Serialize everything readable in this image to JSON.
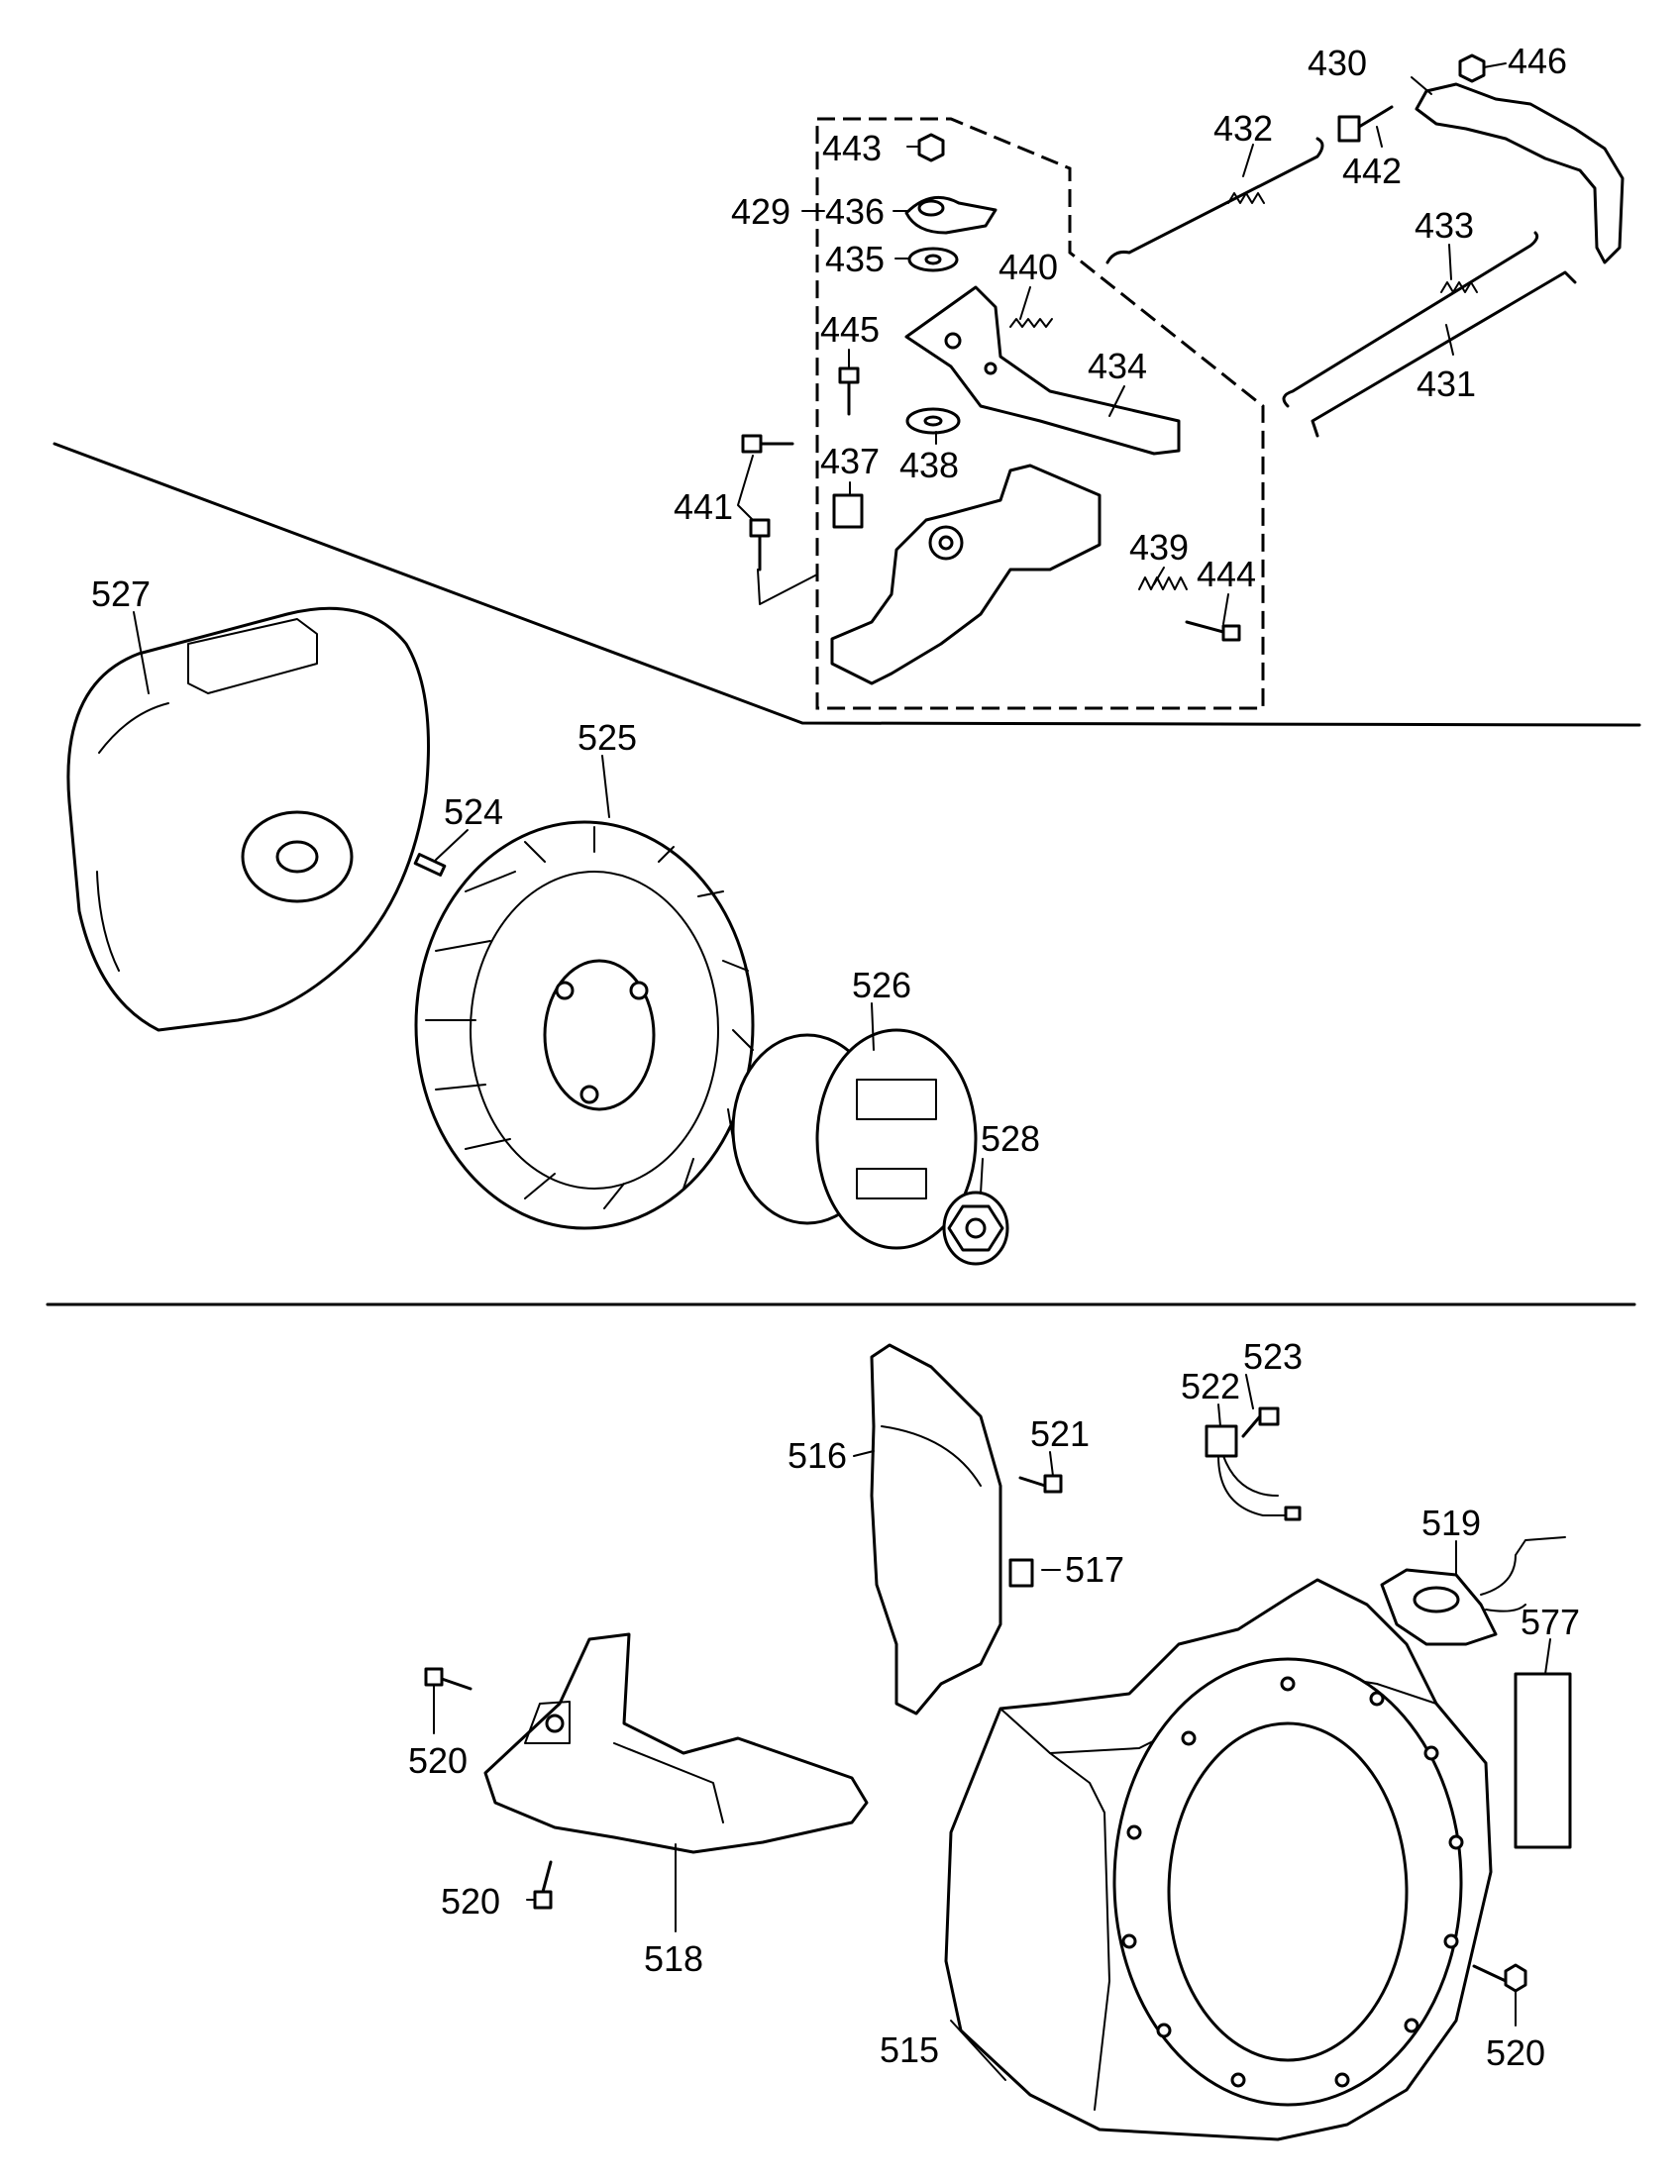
{
  "labels": {
    "p443": "443",
    "p436": "436",
    "p429": "429",
    "p435": "435",
    "p440": "440",
    "p445": "445",
    "p434": "434",
    "p437": "437",
    "p438": "438",
    "p441": "441",
    "p439": "439",
    "p444": "444",
    "p432": "432",
    "p430": "430",
    "p446": "446",
    "p442": "442",
    "p433": "433",
    "p431": "431",
    "p527": "527",
    "p525": "525",
    "p524": "524",
    "p526": "526",
    "p528": "528",
    "p516": "516",
    "p521": "521",
    "p522": "522",
    "p523": "523",
    "p517": "517",
    "p519": "519",
    "p577": "577",
    "p520a": "520",
    "p520b": "520",
    "p520c": "520",
    "p518": "518",
    "p515": "515"
  }
}
